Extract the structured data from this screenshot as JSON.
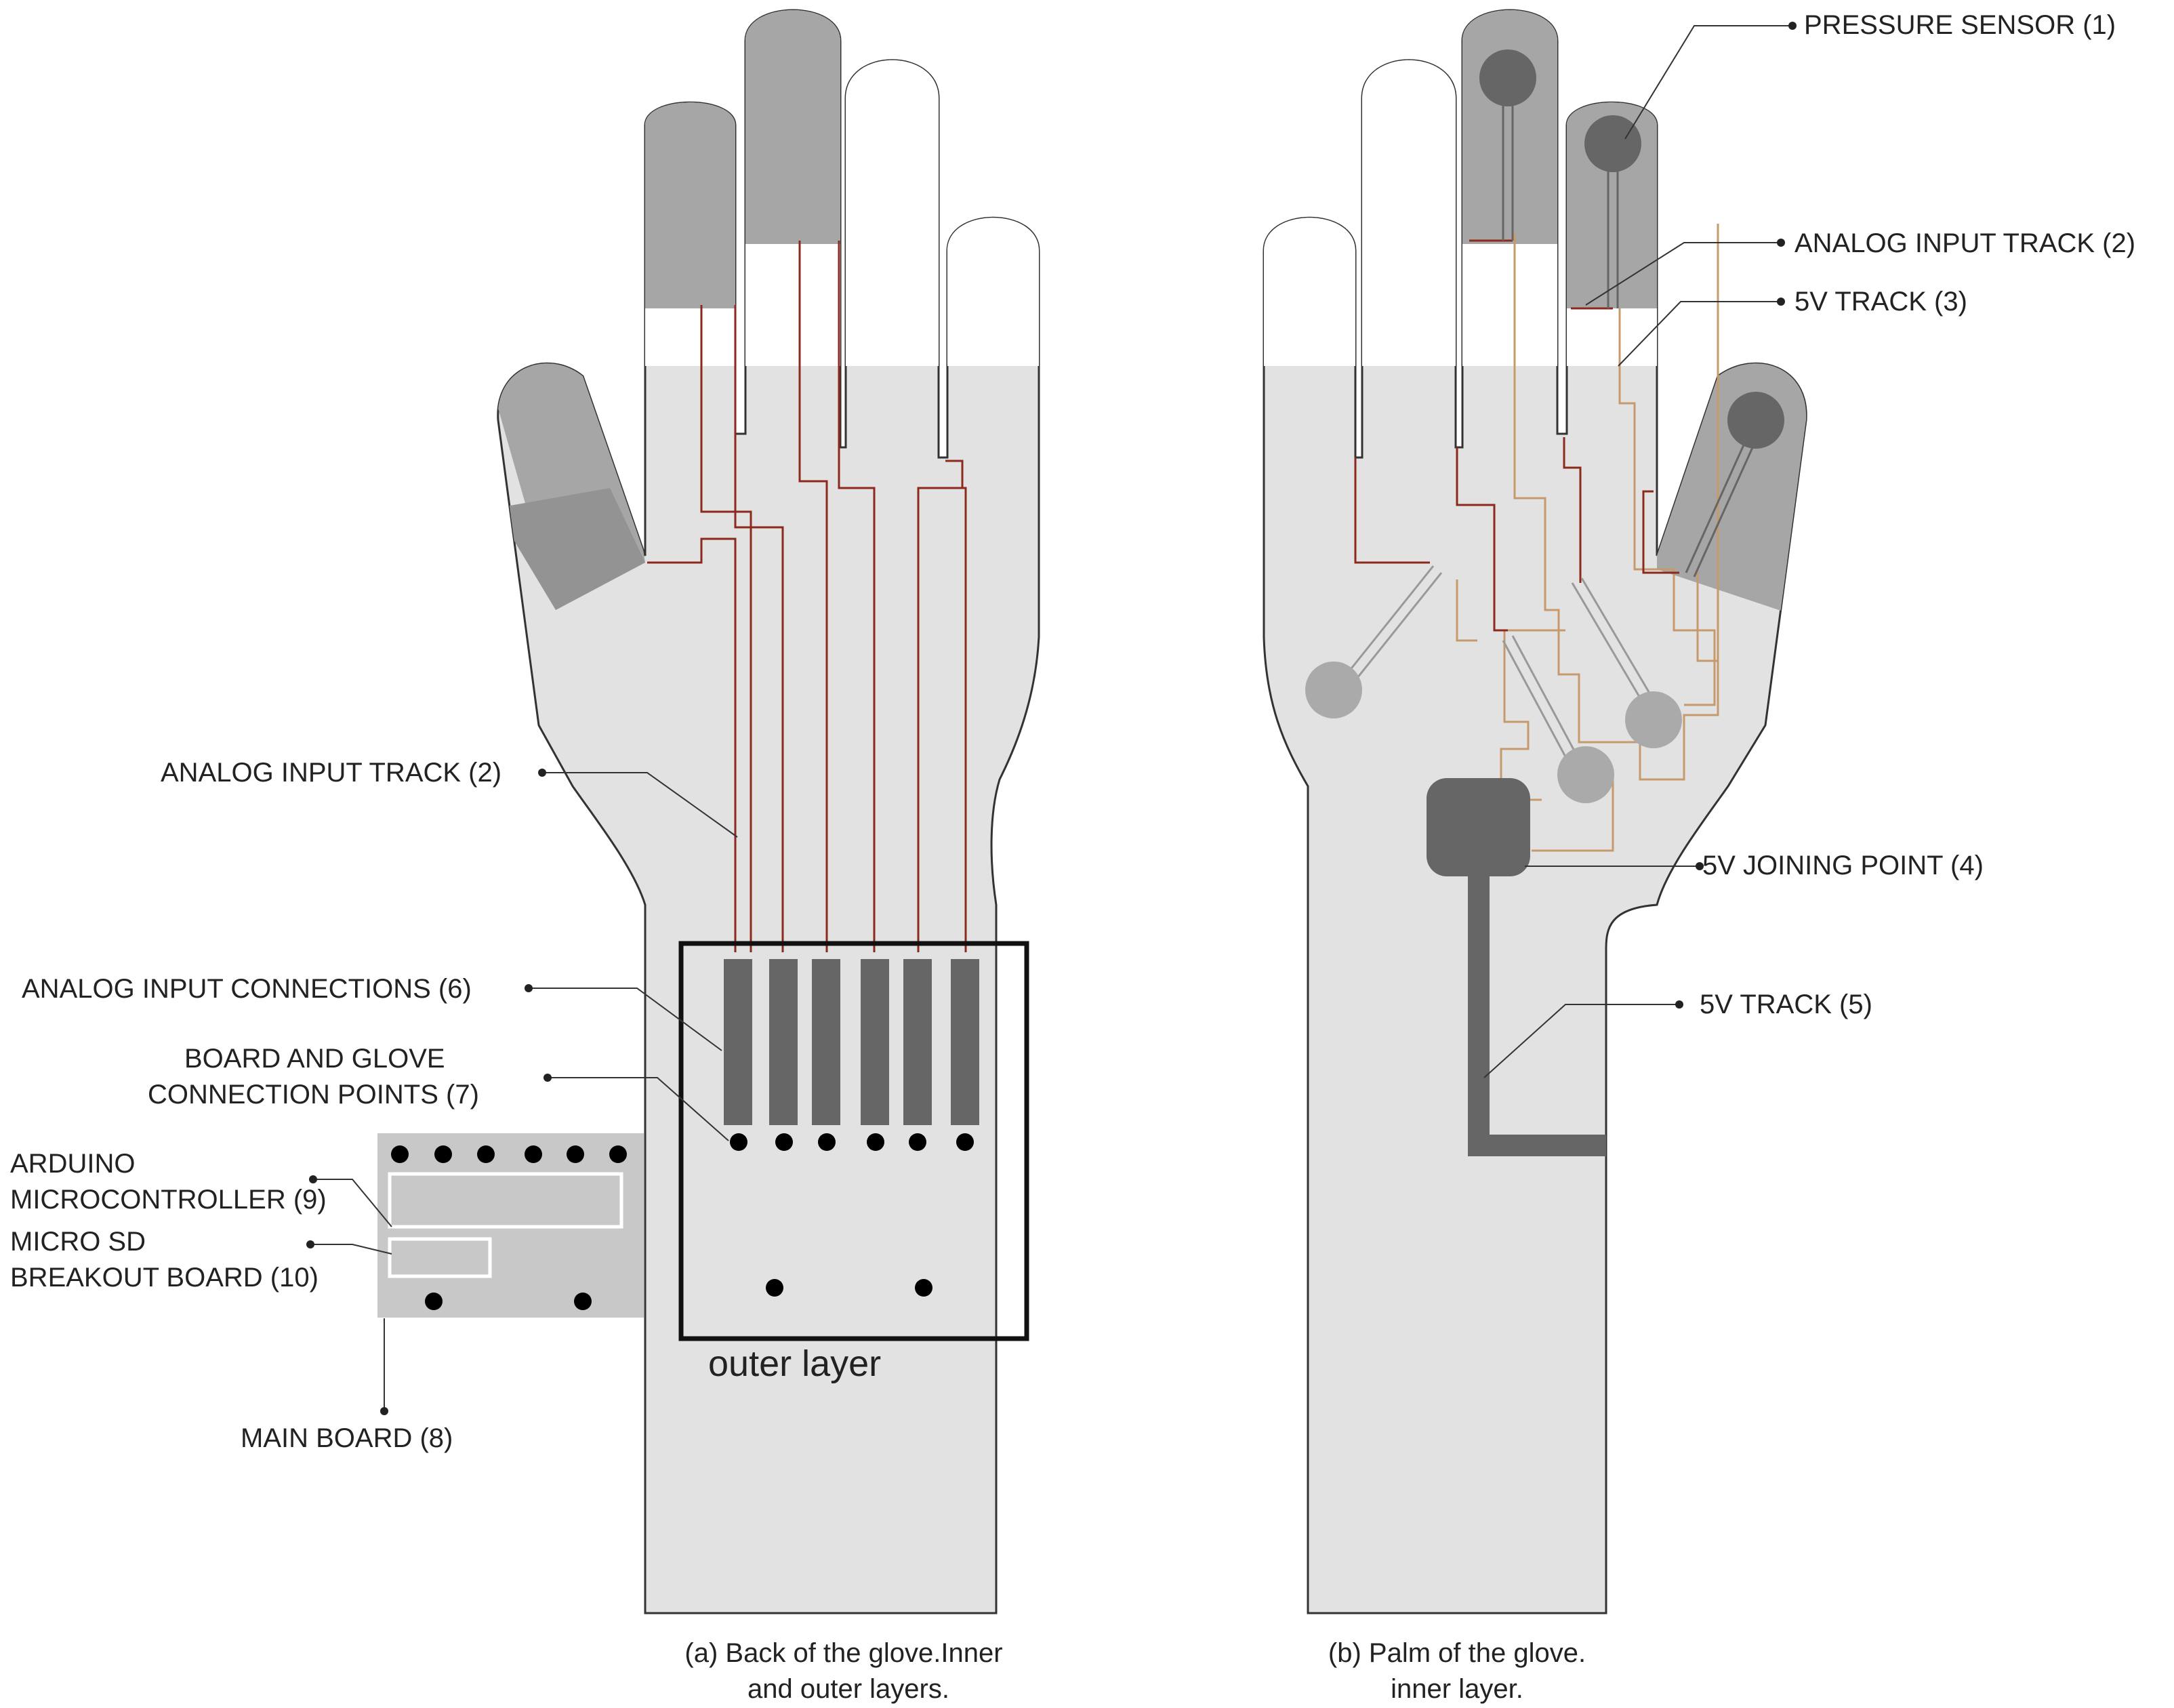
{
  "labels": {
    "pressure_sensor": "PRESSURE SENSOR (1)",
    "analog_input_track_right": "ANALOG INPUT TRACK (2)",
    "track_5v_3": "5V TRACK (3)",
    "joining_point_5v": "5V JOINING POINT (4)",
    "track_5v_5": "5V TRACK (5)",
    "analog_input_track_left": "ANALOG INPUT TRACK (2)",
    "analog_input_connections": "ANALOG INPUT CONNECTIONS (6)",
    "board_glove_line1": "BOARD AND GLOVE",
    "board_glove_line2": "CONNECTION POINTS (7)",
    "arduino_line1": "ARDUINO",
    "arduino_line2": "MICROCONTROLLER (9)",
    "microsd_line1": "MICRO SD",
    "microsd_line2": "BREAKOUT BOARD (10)",
    "main_board": "MAIN BOARD (8)",
    "outer_layer": "outer layer"
  },
  "captions": {
    "a_line1": "(a) Back of the glove.Inner",
    "a_line2": "and outer layers.",
    "b_line1": "(b) Palm of the glove.",
    "b_line2": "inner layer."
  },
  "colors": {
    "glove_fill": "#e2e2e2",
    "sensor_zone": "#a6a6a6",
    "connector": "#666666",
    "analog_track": "#8b2a1c",
    "track_5v": "#c79a6e",
    "outline": "#333333"
  }
}
